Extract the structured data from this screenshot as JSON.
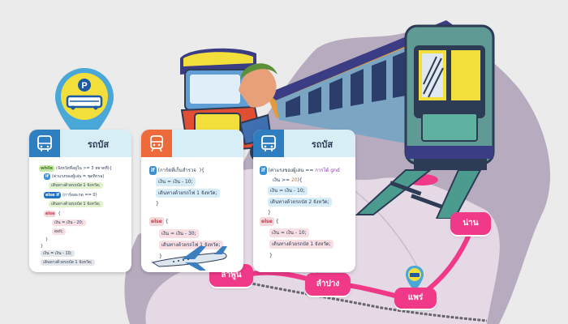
{
  "map": {
    "cities": [
      {
        "label": "น่าน"
      },
      {
        "label": "แพร่"
      },
      {
        "label": "ลำปาง"
      },
      {
        "label": "ลำพูน"
      }
    ],
    "colors": {
      "map_fill": "#b7abbf",
      "city_fill": "#e5d9e6",
      "route_pink": "#f1398a",
      "pin_blue": "#4aa8d8",
      "pin_yellow": "#f3df3c"
    }
  },
  "pin": {
    "label": "P"
  },
  "cards": {
    "bus_left": {
      "title": "รถบัส",
      "lines": {
        "l1_kw": "while",
        "l1_text": "(จังหวัดที่อยู่ใน >= 3 หยาดที่){",
        "l2_kw": "if",
        "l2_text": "(ค่าแรงของผู้เล่น = ขุดทิกรอ)",
        "l3": "เดินทางด้วยรถบัส 1 จังหวัด;",
        "l4_kw": "else if",
        "l4_text": "(การ์ดสะกด == 0)",
        "l5": "เดินทางด้วยรถบัส 1 จังหวัด;",
        "l6_kw": "else",
        "l6_text": "{",
        "l7": "เงิน = เงิน - 20;",
        "l8": "exit;",
        "l9": "}",
        "l10": "}",
        "l11": "เงิน = เงิน - 10;",
        "l12": "เดินทางด้วยรถบัส 1 จังหวัด;"
      }
    },
    "train": {
      "title": "",
      "lines": {
        "l1_kw": "if",
        "l1_text": "(การ์ดที่เก็บสำรวจ",
        "l1_tail": "){",
        "l2": "เงิน = เงิน - 10;",
        "l3": "เดินทางด้วยรถไฟ 1 จังหวัด;",
        "l4": "}",
        "l5_kw": "else",
        "l5_text": "{",
        "l6": "เงิน = เงิน - 30;",
        "l7": "เดินทางด้วยรถไฟ 1 จังหวัด;",
        "l8": "}"
      }
    },
    "bus_right": {
      "title": "รถบัส",
      "lines": {
        "l1_kw": "if",
        "l1_text": "(ค่าแรงของผู้เล่น == ",
        "l1_highlight": "การได้ gnd",
        "l2_text": "เงิน >= ",
        "l2_value": "20",
        "l2_tail": "){",
        "l3": "เงิน = เงิน - 10;",
        "l4": "เดินทางด้วยรถบัส 2 จังหวัด;",
        "l5": "}",
        "l6_kw": "else",
        "l6_text": "{",
        "l7": "เงิน = เงิน - 10;",
        "l8": "เดินทางด้วยรถบัส 1 จังหวัด;",
        "l9": "}"
      }
    }
  }
}
